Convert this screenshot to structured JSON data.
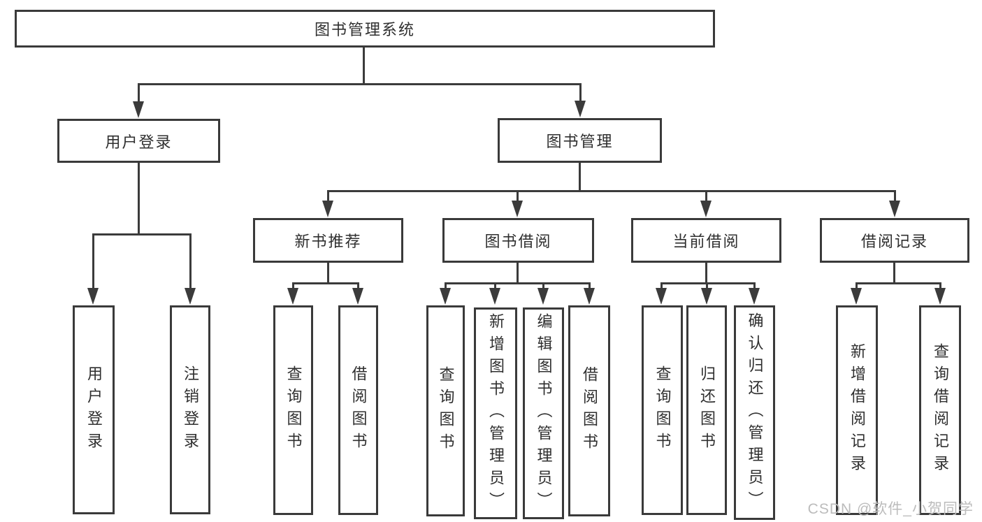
{
  "tree": {
    "label": "图书管理系统",
    "children": [
      {
        "label": "用户登录",
        "children": [
          {
            "label": "用户登录"
          },
          {
            "label": "注销登录"
          }
        ]
      },
      {
        "label": "图书管理",
        "children": [
          {
            "label": "新书推荐",
            "children": [
              {
                "label": "查询图书"
              },
              {
                "label": "借阅图书"
              }
            ]
          },
          {
            "label": "图书借阅",
            "children": [
              {
                "label": "查询图书"
              },
              {
                "label": "新增图书（管理员）"
              },
              {
                "label": "编辑图书（管理员）"
              },
              {
                "label": "借阅图书"
              }
            ]
          },
          {
            "label": "当前借阅",
            "children": [
              {
                "label": "查询图书"
              },
              {
                "label": "归还图书"
              },
              {
                "label": "确认归还（管理员）"
              }
            ]
          },
          {
            "label": "借阅记录",
            "children": [
              {
                "label": "新增借阅记录"
              },
              {
                "label": "查询借阅记录"
              }
            ]
          }
        ]
      }
    ]
  },
  "watermark": {
    "text": "CSDN @软件_小贺同学"
  },
  "colors": {
    "line": "#3b3b3b",
    "box_border": "#3a3a3a",
    "text": "#2f2f2f",
    "watermark": "#bcbcbc",
    "background": "#ffffff"
  }
}
